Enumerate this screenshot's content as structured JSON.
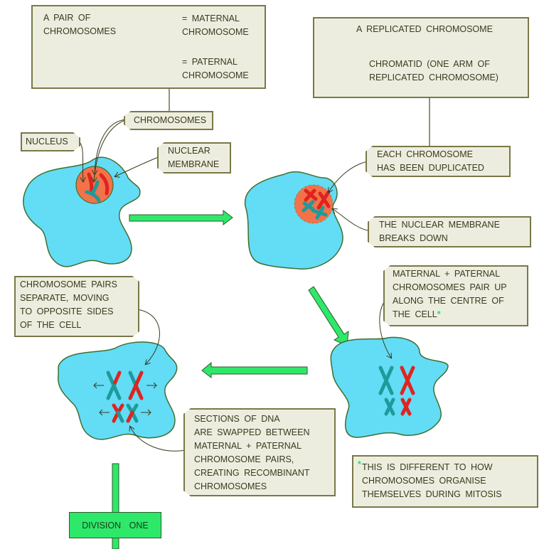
{
  "colors": {
    "cell_fill": "#63dcf6",
    "cell_outline": "#3e6f2f",
    "nucleus_fill": "#f2734a",
    "maternal": "#e0231f",
    "paternal": "#1f9a9a",
    "arrow_green": "#2ee86a",
    "label_bg": "#ededdf",
    "label_border": "#7a7848",
    "text": "#3b3a1e"
  },
  "legend_box": {
    "pair_label": "A PAIR OF\nCHROMOSOMES",
    "maternal_label": "= MATERNAL\nCHROMOSOME",
    "paternal_label": "= PATERNAL\nCHROMOSOME"
  },
  "replicated_box": {
    "title": "A REPLICATED CHROMOSOME",
    "chromatid_label": "CHROMATID  (ONE ARM OF\nREPLICATED  CHROMOSOME)"
  },
  "stage1": {
    "chromosomes_label": "CHROMOSOMES",
    "nucleus_label": "NUCLEUS",
    "nuclear_membrane_label": "NUCLEAR\nMEMBRANE"
  },
  "stage2": {
    "duplicated_label": "EACH  CHROMOSOME\nHAS  BEEN  DUPLICATED",
    "membrane_label": "THE  NUCLEAR  MEMBRANE\nBREAKS  DOWN"
  },
  "stage3": {
    "pair_up_label": "MATERNAL + PATERNAL\nCHROMOSOMES  PAIR  UP\nALONG  THE  CENTRE  OF\nTHE  CELL",
    "footnote_marker": "*",
    "footnote": "THIS  IS  DIFFERENT  TO  HOW\nCHROMOSOMES  ORGANISE\nTHEMSELVES  DURING  MITOSIS"
  },
  "stage4": {
    "separate_label": "CHROMOSOME  PAIRS\nSEPARATE,  MOVING\nTO  OPPOSITE  SIDES\nOF  THE  CELL",
    "crossover_label": "SECTIONS  OF  DNA\nARE  SWAPPED  BETWEEN\nMATERNAL + PATERNAL\nCHROMOSOME  PAIRS,\nCREATING  RECOMBINANT\nCHROMOSOMES"
  },
  "division_label": "DIVISION ONE"
}
